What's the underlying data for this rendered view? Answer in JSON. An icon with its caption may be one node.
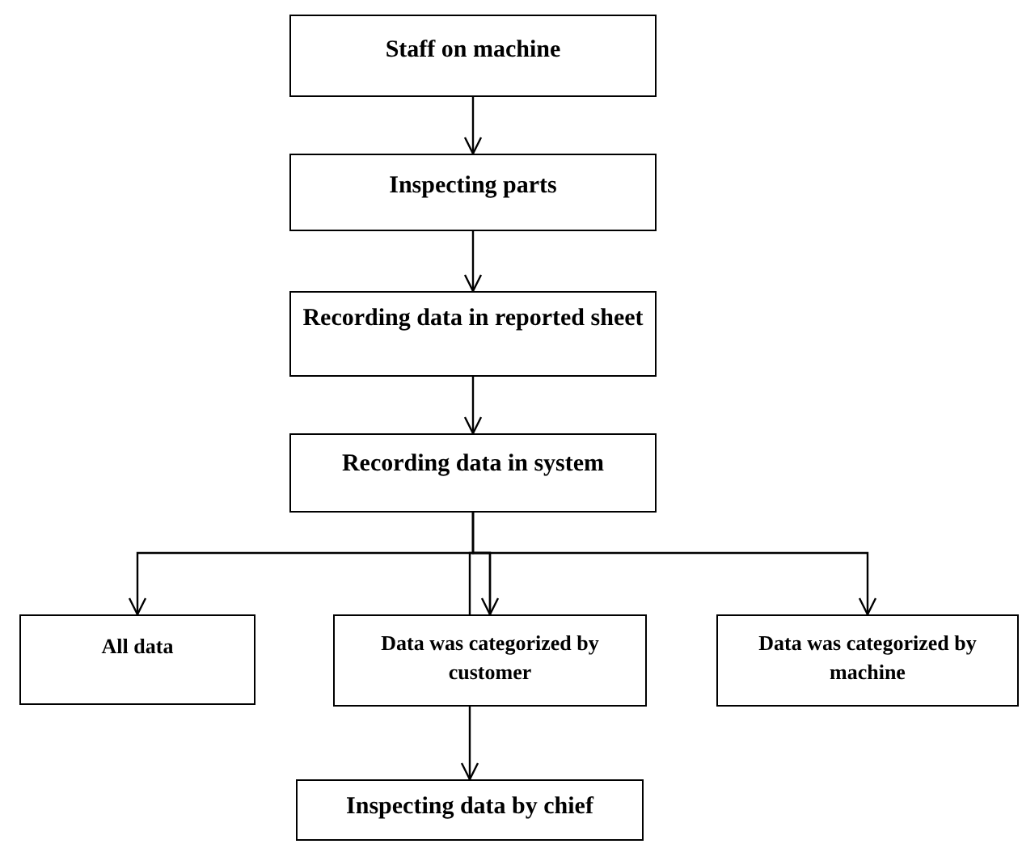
{
  "diagram": {
    "nodes": [
      {
        "text": [
          "Staff on machine"
        ]
      },
      {
        "text": [
          "Inspecting parts"
        ]
      },
      {
        "text": [
          "Recording data in reported sheet"
        ]
      },
      {
        "text": [
          "Recording data in system"
        ]
      },
      {
        "text": [
          "All data"
        ]
      },
      {
        "text": [
          "Data was categorized by customer"
        ]
      },
      {
        "text": [
          "Data was categorized by machine"
        ]
      },
      {
        "text": [
          "Inspecting data by chief"
        ]
      }
    ],
    "edges": [
      {
        "from": 0,
        "to": 1,
        "arrow": "to"
      },
      {
        "from": 1,
        "to": 2,
        "arrow": "to"
      },
      {
        "from": 2,
        "to": 3,
        "arrow": "to"
      },
      {
        "from": 3,
        "to": 4,
        "arrow": "to"
      },
      {
        "from": 3,
        "to": 5,
        "arrow": "to"
      },
      {
        "from": 3,
        "to": 6,
        "arrow": "to"
      },
      {
        "from": 5,
        "to": 7,
        "arrow": "to"
      }
    ]
  }
}
